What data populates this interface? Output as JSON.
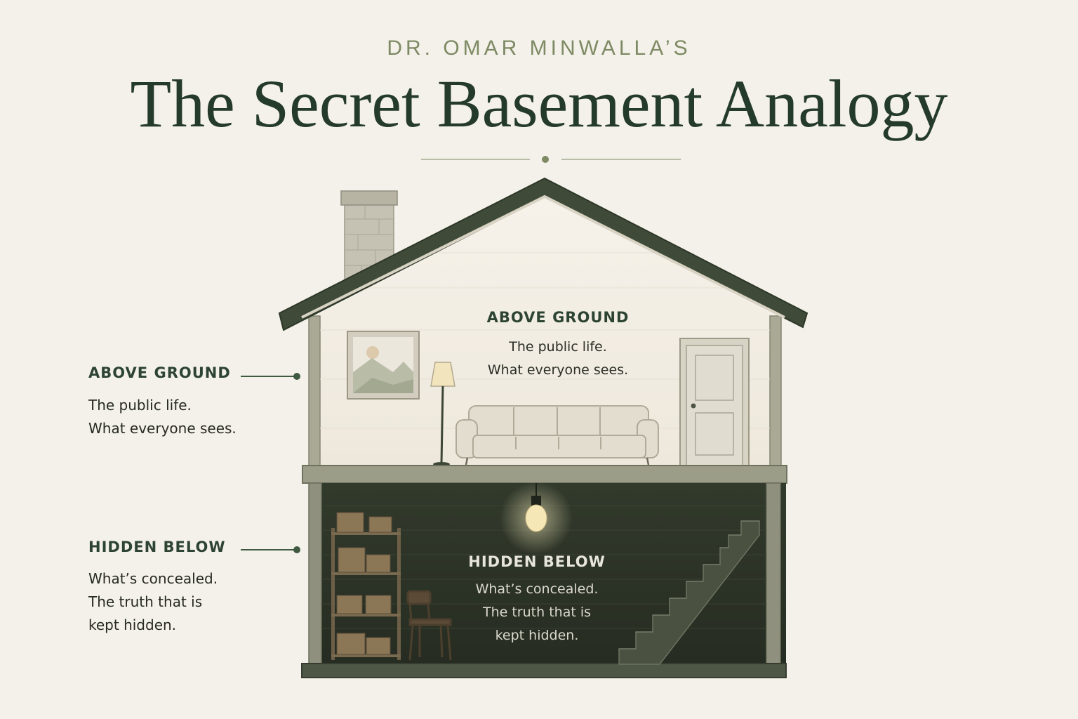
{
  "header": {
    "kicker": "DR. OMAR MINWALLA’S",
    "title": "The Secret Basement Analogy"
  },
  "callouts": {
    "above": {
      "heading": "ABOVE GROUND",
      "body": "The public life.\nWhat everyone sees."
    },
    "below": {
      "heading": "HIDDEN BELOW",
      "body": "What’s concealed.\nThe truth that is\nkept hidden."
    }
  },
  "house": {
    "above": {
      "heading": "ABOVE GROUND",
      "body": "The public life.\nWhat everyone sees."
    },
    "below": {
      "heading": "HIDDEN BELOW",
      "body": "What’s concealed.\nThe truth that is\nkept hidden."
    }
  },
  "colors": {
    "background": "#f4f1ea",
    "accent_green": "#7d8a63",
    "dark_green": "#243a2b",
    "roof": "#3f4b38",
    "basement": "#2c3326",
    "upper_room": "#f1ece2"
  }
}
